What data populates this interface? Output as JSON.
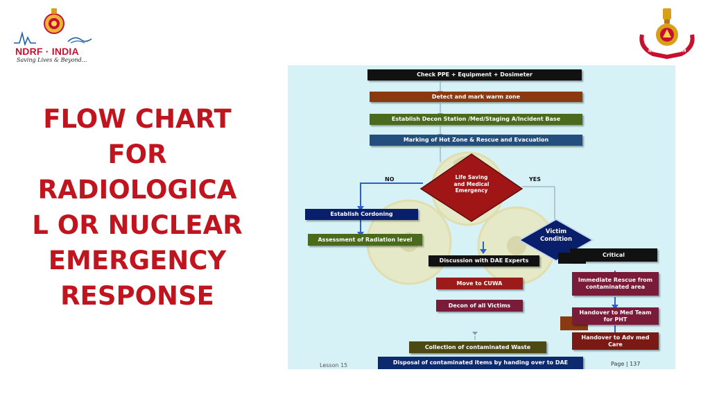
{
  "logo_left": {
    "name": "NDRF · INDIA",
    "tagline": "Saving Lives & Beyond...",
    "colors": {
      "red": "#c8102e",
      "blue": "#1f5fa8"
    }
  },
  "logo_right": {
    "motto": "आपदा सेवा सदैव सर्वत्र",
    "colors": {
      "red": "#c8102e",
      "gold": "#d8a018"
    }
  },
  "title": {
    "lines": [
      "FLOW CHART",
      "FOR",
      "RADIOLOGICA",
      "L OR NUCLEAR",
      "EMERGENCY",
      "RESPONSE"
    ],
    "color": "#c0141e"
  },
  "flowchart": {
    "steps": {
      "check_ppe": "Check PPE + Equipment + Dosimeter",
      "detect": "Detect and mark warm zone",
      "establish_decon": "Establish Decon Station /Med/Staging A/Incident Base",
      "marking": "Marking of Hot Zone & Rescue and Evacuation",
      "establish_cordoning": "Establish Cordoning",
      "assessment": "Assessment of Radiation level",
      "discussion": "Discussion with DAE Experts",
      "move_cuwa": "Move to CUWA",
      "decon_victims": "Decon of all Victims",
      "collection": "Collection of contaminated Waste",
      "disposal": "Disposal of contaminated items by handing over to DAE",
      "critical": "Critical",
      "immediate_rescue": "Immediate Rescue from contaminated area",
      "handover_pht": "Handover to Med Team for PHT",
      "handover_adv": "Handover to Adv med Care"
    },
    "decision_life": "Life Saving and Medical Emergency",
    "decision_victim": "Victim Condition",
    "no_label": "NO",
    "yes_label": "YES",
    "footer_left": "Lesson 15",
    "footer_right": "Page | 137"
  }
}
